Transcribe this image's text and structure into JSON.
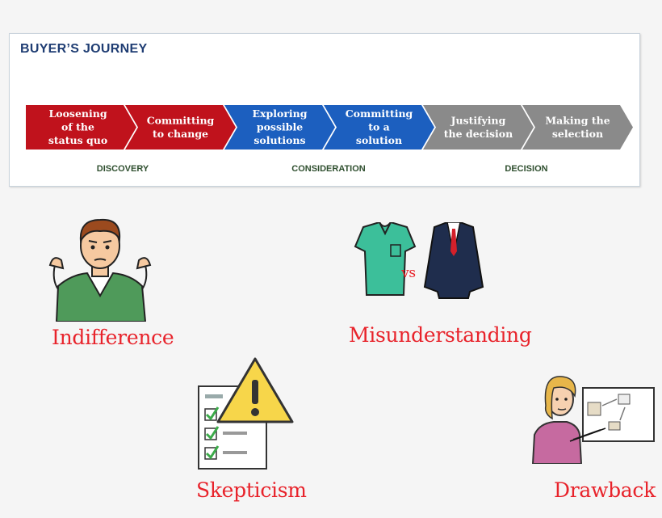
{
  "journey": {
    "title": "BUYER’S JOURNEY",
    "steps": [
      {
        "lines": [
          "Loosening",
          "of the",
          "status quo"
        ],
        "color": "#c0121c"
      },
      {
        "lines": [
          "Committing",
          "to change"
        ],
        "color": "#c0121c"
      },
      {
        "lines": [
          "Exploring",
          "possible",
          "solutions"
        ],
        "color": "#1c5fbf"
      },
      {
        "lines": [
          "Committing",
          "to a",
          "solution"
        ],
        "color": "#1c5fbf"
      },
      {
        "lines": [
          "Justifying",
          "the decision"
        ],
        "color": "#8a8a8a"
      },
      {
        "lines": [
          "Making the",
          "selection"
        ],
        "color": "#8a8a8a"
      }
    ],
    "stages": [
      "DISCOVERY",
      "CONSIDERATION",
      "DECISION"
    ]
  },
  "obstacles": {
    "indifference": "Indifference",
    "misunderstanding": "Misunderstanding",
    "vs": "vs",
    "skepticism": "Skepticism",
    "drawback": "Drawback"
  },
  "colors": {
    "red_step": "#c0121c",
    "blue_step": "#1c5fbf",
    "gray_step": "#8a8a8a",
    "title": "#1f3d73",
    "handwriting": "#e8232b"
  }
}
